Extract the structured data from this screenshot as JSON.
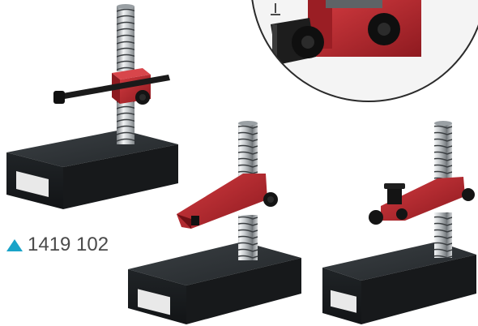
{
  "caption": {
    "text": "1419 102",
    "marker": "up-triangle-icon"
  },
  "colors": {
    "accent_triangle": "#1aa3c8",
    "caption_text": "#4a4a4a",
    "base_granite": "#1f2326",
    "arm_red": "#b3232b",
    "knob_black": "#141414",
    "column_metal": "#cfd3d6"
  },
  "products": [
    {
      "name": "stand-with-horizontal-rod"
    },
    {
      "name": "stand-with-angled-arm"
    },
    {
      "name": "stand-with-fine-adjust-arm"
    }
  ]
}
